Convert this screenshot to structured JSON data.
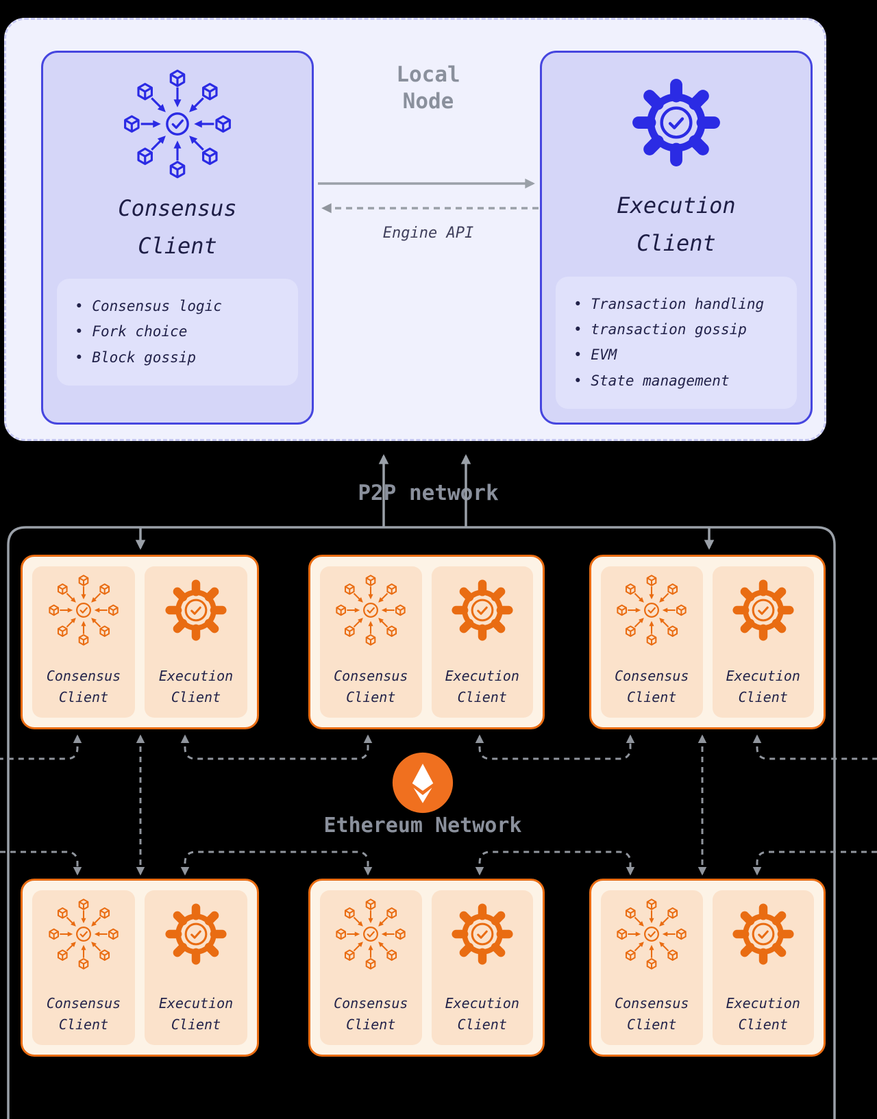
{
  "local_node": {
    "label": {
      "line1": "Local",
      "line2": "Node"
    },
    "engine_api_label": "Engine API",
    "consensus_client": {
      "title": {
        "line1": "Consensus",
        "line2": "Client"
      },
      "bullets": [
        "Consensus logic",
        "Fork choice",
        "Block gossip"
      ]
    },
    "execution_client": {
      "title": {
        "line1": "Execution",
        "line2": "Client"
      },
      "bullets": [
        "Transaction handling",
        "transaction gossip",
        "EVM",
        "State management"
      ]
    }
  },
  "p2p_network_label": "P2P network",
  "ethereum_network": {
    "label": "Ethereum Network"
  },
  "peer_node": {
    "consensus_title": {
      "line1": "Consensus",
      "line2": "Client"
    },
    "execution_title": {
      "line1": "Execution",
      "line2": "Client"
    }
  },
  "icons": {
    "consensus": "network-nodes-icon",
    "execution": "gear-check-icon",
    "ethereum": "ethereum-diamond-icon"
  },
  "colors": {
    "blue_accent": "#2b2be4",
    "blue_box_fill": "#d5d6f8",
    "panel_fill": "#f0f1fd",
    "orange_accent": "#e96c12",
    "peer_fill": "#fdf3e6",
    "ethereum_logo_bg": "#f0701f",
    "gray_line": "#9aa0a8",
    "gray_label": "#8a909c"
  }
}
